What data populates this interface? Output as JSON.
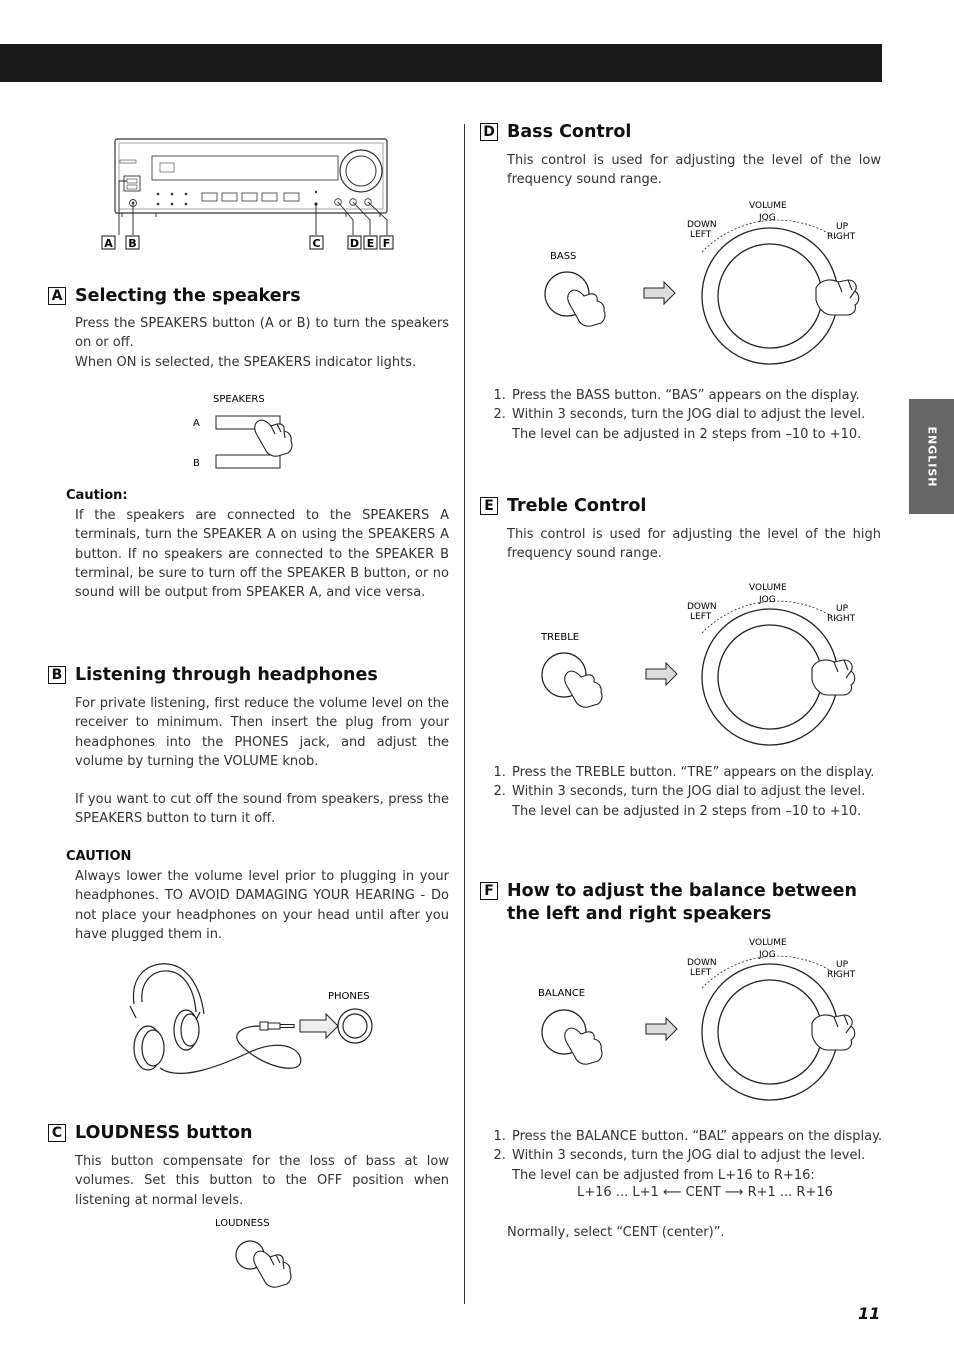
{
  "header": {
    "language_tab": "ENGLISH",
    "page_number": "11"
  },
  "diagram_receiver": {
    "callouts": [
      "A",
      "B",
      "C",
      "D",
      "E",
      "F"
    ]
  },
  "sectionA": {
    "letter": "A",
    "title": "Selecting the speakers",
    "p1": "Press the SPEAKERS button (A or B) to turn the speakers on or off.",
    "p2": "When ON is selected, the SPEAKERS indicator lights.",
    "fig_label": "SPEAKERS",
    "fig_a": "A",
    "fig_b": "B",
    "caution_label": "Caution:",
    "caution_text": "If the speakers are connected to the SPEAKERS A terminals, turn the SPEAKER A on using the SPEAKERS A button. If no speakers are connected to the SPEAKER B terminal, be sure to turn off the SPEAKER B button, or no sound will be output from SPEAKER A, and vice versa."
  },
  "sectionB": {
    "letter": "B",
    "title": "Listening through headphones",
    "p1": "For private listening, first reduce the volume level on the receiver to minimum. Then insert the plug from your headphones into the PHONES jack, and adjust the volume by turning the VOLUME knob.",
    "p2": "If you want to cut off the sound from speakers, press the SPEAKERS button to turn it off.",
    "caution_label": "CAUTION",
    "caution_text": "Always lower the volume level prior to plugging in your headphones. TO AVOID DAMAGING YOUR HEARING - Do not place your headphones on your head until after you have plugged them in.",
    "fig_label": "PHONES"
  },
  "sectionC": {
    "letter": "C",
    "title": "LOUDNESS button",
    "p1": "This button compensate for the loss of bass at low volumes. Set this button to the OFF position when listening at normal levels.",
    "fig_label": "LOUDNESS"
  },
  "dial_labels": {
    "volume": "VOLUME",
    "jog": "JOG",
    "down": "DOWN",
    "left": "LEFT",
    "up": "UP",
    "right": "RIGHT"
  },
  "sectionD": {
    "letter": "D",
    "title": "Bass Control",
    "p1": "This control is used for adjusting the level of the low frequency sound range.",
    "fig_label": "BASS",
    "steps": [
      "Press the BASS button. “BAS” appears on the display.",
      "Within 3 seconds, turn the JOG dial to adjust the level."
    ],
    "note": "The level can be adjusted in 2 steps from –10 to +10."
  },
  "sectionE": {
    "letter": "E",
    "title": "Treble Control",
    "p1": "This control is used for adjusting the level of the high frequency sound range.",
    "fig_label": "TREBLE",
    "steps": [
      "Press the TREBLE button. “TRE” appears on the display.",
      "Within 3 seconds, turn the JOG dial to adjust the level."
    ],
    "note": "The level can be adjusted in 2 steps from –10 to +10."
  },
  "sectionF": {
    "letter": "F",
    "title": "How to adjust the balance between the left and right speakers",
    "fig_label": "BALANCE",
    "steps": [
      "Press the BALANCE button. “BAL” appears on the display.",
      "Within 3 seconds, turn the JOG dial to adjust the level."
    ],
    "note": "The level can be adjusted from L+16 to R+16:",
    "formula_left": "L+16 ... L+1",
    "formula_mid": "CENT",
    "formula_right": "R+1 ... R+16",
    "normally": "Normally, select “CENT (center)”."
  }
}
